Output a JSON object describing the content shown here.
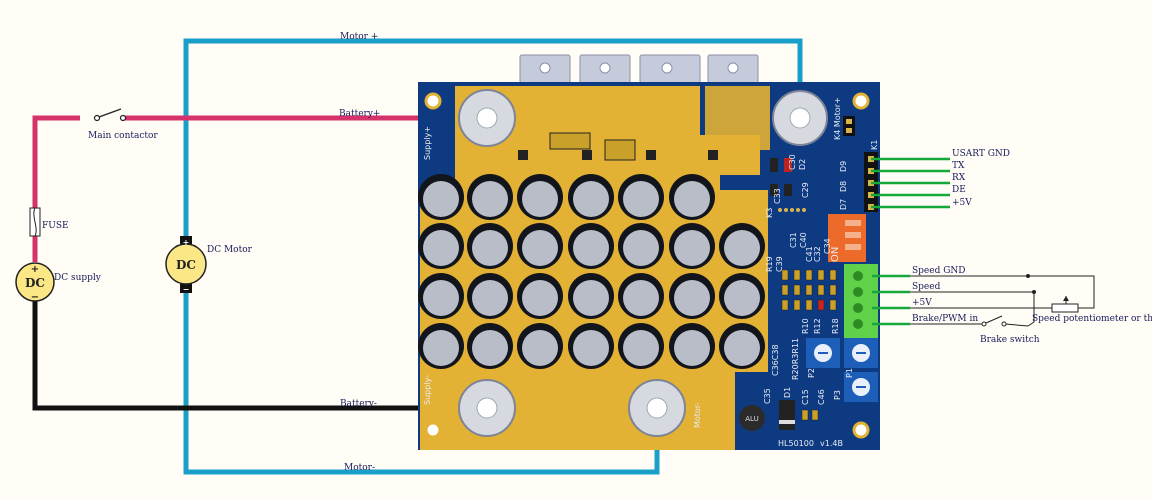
{
  "wires": {
    "motor_plus": "Motor +",
    "motor_minus": "Motor-",
    "battery_plus": "Battery+",
    "battery_minus": "Battery-"
  },
  "components": {
    "main_contactor": "Main contactor",
    "fuse": "FUSE",
    "dc_supply": "DC supply",
    "dc_supply_symbol": "DC",
    "dc_motor": "DC Motor",
    "dc_motor_symbol": "DC",
    "plus": "+",
    "minus": "−"
  },
  "usart": {
    "gnd": "USART GND",
    "tx": "TX",
    "rx": "RX",
    "de": "DE",
    "vcc": "+5V"
  },
  "control": {
    "speed_gnd": "Speed GND",
    "speed": "Speed",
    "vcc": "+5V",
    "brake": "Brake/PWM in",
    "potentiometer": "Speed potentiometer or throttle",
    "brake_switch": "Brake switch"
  },
  "board": {
    "supply_plus": "Supply+",
    "supply_minus": "Supply-",
    "k4": "K4 Motor+",
    "motor_minus": "Motor-",
    "k1": "K1",
    "d9": "D9",
    "d8": "D8",
    "d7": "D7",
    "c30": "C30",
    "d2": "D2",
    "c33": "C33",
    "c29": "C29",
    "k3": "K3",
    "on": "ON",
    "c31": "C31",
    "c40": "C40",
    "c41": "C41",
    "c32": "C32",
    "c34": "C34",
    "r19": "R19",
    "c39": "C39",
    "r10": "R10",
    "r12": "R12",
    "r18": "R18",
    "c36": "C36C38",
    "r20": "R20R3R11",
    "p1": "P1",
    "p2": "P2",
    "p3": "P3",
    "c35": "C35",
    "d1": "D1",
    "c15": "C15",
    "c46": "C46",
    "alu": "ALU",
    "model": "HL50100",
    "version": "v1.4B"
  },
  "colors": {
    "motor_wire": "#1aa0c8",
    "battery_plus_wire": "#d6336c",
    "battery_minus_wire": "#111111",
    "pcb_blue": "#0d3a80",
    "copper": "#e3b133",
    "capacitor": "#12151c",
    "capacitor_top": "#b9bdc8",
    "terminal_green": "#5fd24a",
    "dip_orange": "#ec6a2a",
    "trimmer_blue": "#1d5fb8",
    "signal_green": "#17a83a"
  }
}
